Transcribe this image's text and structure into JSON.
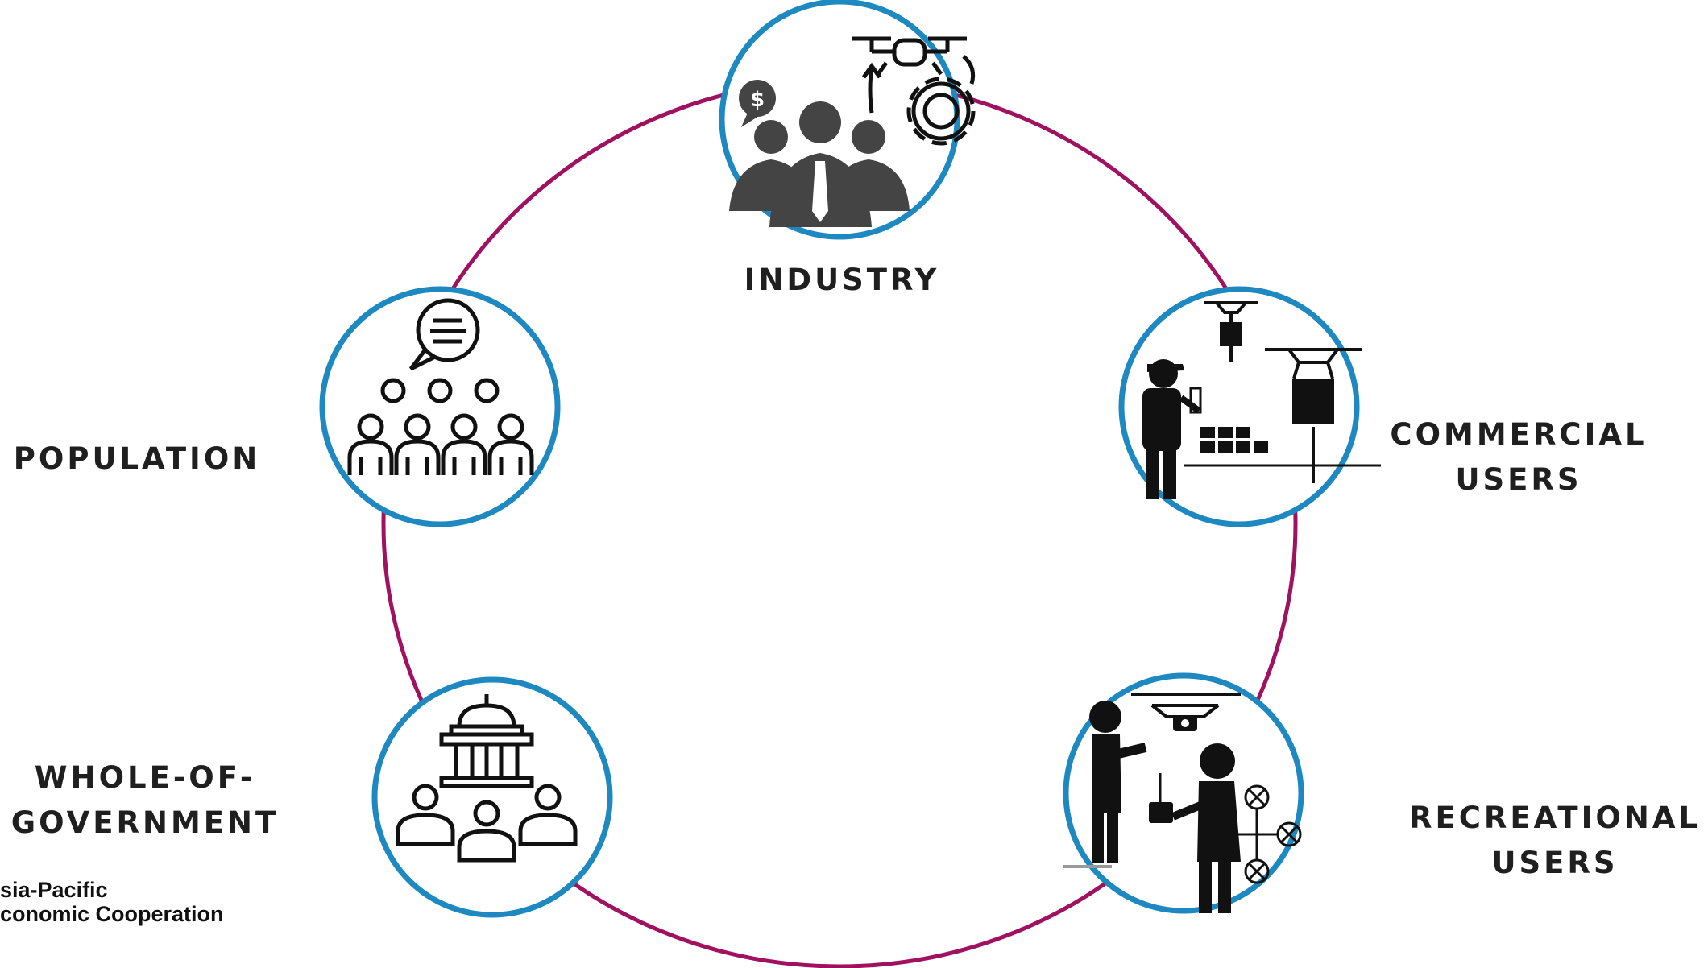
{
  "stakeholders": {
    "industry": "INDUSTRY",
    "commercial_line1": "COMMERCIAL",
    "commercial_line2": "USERS",
    "population": "POPULATION",
    "government_line1": "WHOLE-OF-",
    "government_line2": "GOVERNMENT",
    "recreational_line1": "RECREATIONAL",
    "recreational_line2": "USERS"
  },
  "logo": {
    "line1": "sia-Pacific",
    "line2": "conomic Cooperation"
  },
  "icon_badge": "$",
  "colors": {
    "ring": "#a0125f",
    "node_border": "#1e88c0",
    "icon": "#111111",
    "icon_grey": "#444444"
  }
}
